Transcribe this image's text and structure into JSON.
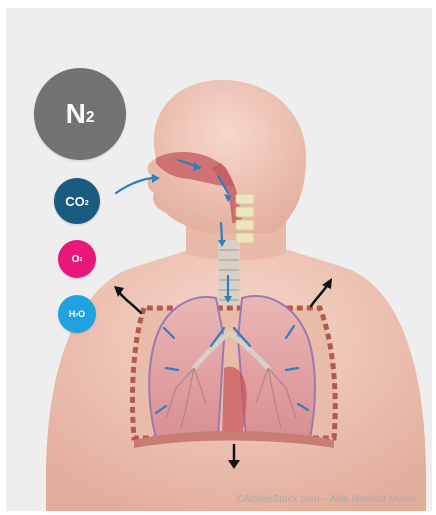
{
  "bubbles": {
    "n2": {
      "base": "N",
      "sub": "2",
      "color": "#727274"
    },
    "co2": {
      "base": "CO",
      "sub": "2",
      "color": "#1a5c80"
    },
    "o2": {
      "base": "O",
      "sub": "2",
      "color": "#e8187a"
    },
    "h2o": {
      "base": "H",
      "sub": "2",
      "tail": "O",
      "color": "#1ea3e0"
    }
  },
  "credit": "©AdobeStock.com – Alila Medical Media",
  "colors": {
    "background": "#eeeeef",
    "skin": "#f0c9bb",
    "lung": "#e8a7a7",
    "airway_arrow": "#2f7fc0",
    "motion_arrow": "#111111"
  },
  "icons": [
    "airflow-arrow",
    "expansion-arrow",
    "diaphragm-down-arrow"
  ]
}
